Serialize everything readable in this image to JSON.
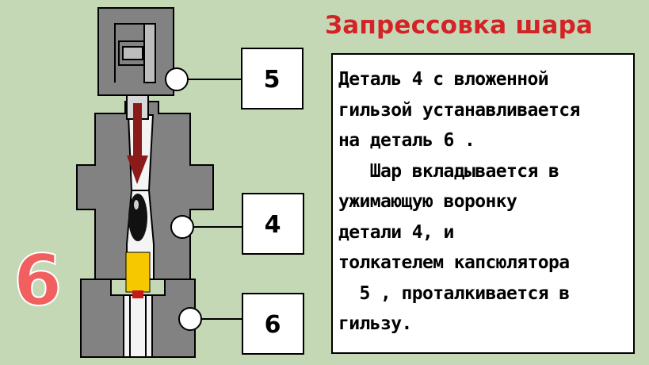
{
  "title": "Запрессовка шара",
  "description_lines": [
    "Деталь 4 с вложенной",
    "гильзой устанавливается",
    "на деталь 6 .",
    "   Шар вкладывается в",
    "ужимающую воронку",
    "детали 4, и",
    "толкателем капсюлятора",
    "  5 , проталкивается в",
    "гильзу."
  ],
  "callouts": [
    {
      "label": "5"
    },
    {
      "label": "4"
    },
    {
      "label": "6"
    }
  ],
  "big_label": "6",
  "colors": {
    "background": "#c5d8b5",
    "part_fill": "#828282",
    "title": "#d42326",
    "arrow": "#8b1a1a",
    "sleeve": "#f5c800",
    "big_label": "#f25f5f"
  }
}
